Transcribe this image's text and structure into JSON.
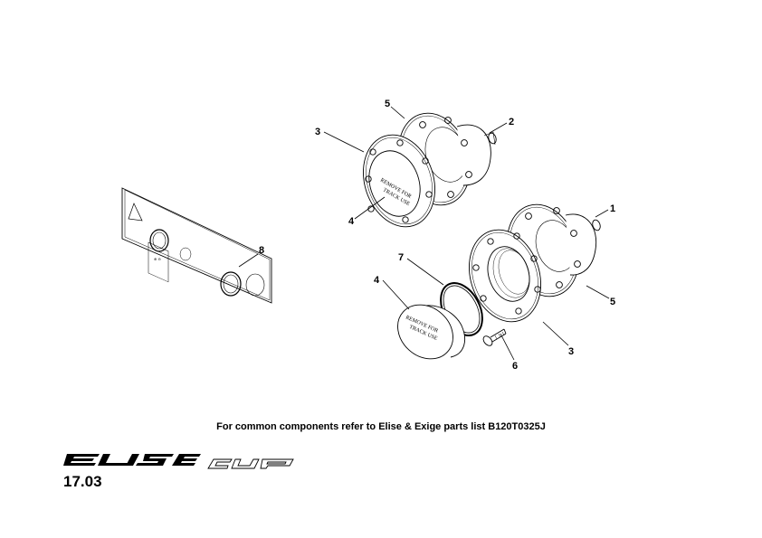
{
  "callouts": {
    "c1": "1",
    "c2": "2",
    "c3a": "3",
    "c3b": "3",
    "c4a": "4",
    "c4b": "4",
    "c5a": "5",
    "c5b": "5",
    "c6": "6",
    "c7": "7",
    "c8": "8"
  },
  "cap_lettering": "REMOVE FOR TRACK USE",
  "footer": {
    "note": "For common components refer to Elise & Exige parts list B120T0325J",
    "page_number": "17.03",
    "logo_text": "ELISE cup"
  }
}
